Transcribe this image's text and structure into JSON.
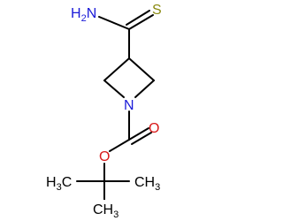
{
  "colors": {
    "bond": "#000000",
    "nitrogen": "#1a1ad8",
    "oxygen": "#d81a1a",
    "sulfur": "#8a8a10",
    "carbon_label": "#000000"
  },
  "labels": {
    "amine": {
      "main": "H",
      "sub": "2",
      "tail": "N"
    },
    "sulfur": "S",
    "ring_nitrogen": "N",
    "carbonyl_oxygen": "O",
    "ester_oxygen": "O",
    "methyl_left": {
      "main": "H",
      "sub": "3",
      "tail": "C"
    },
    "methyl_right": {
      "main": "CH",
      "sub": "3"
    },
    "methyl_bottom": {
      "main": "CH",
      "sub": "3"
    }
  }
}
